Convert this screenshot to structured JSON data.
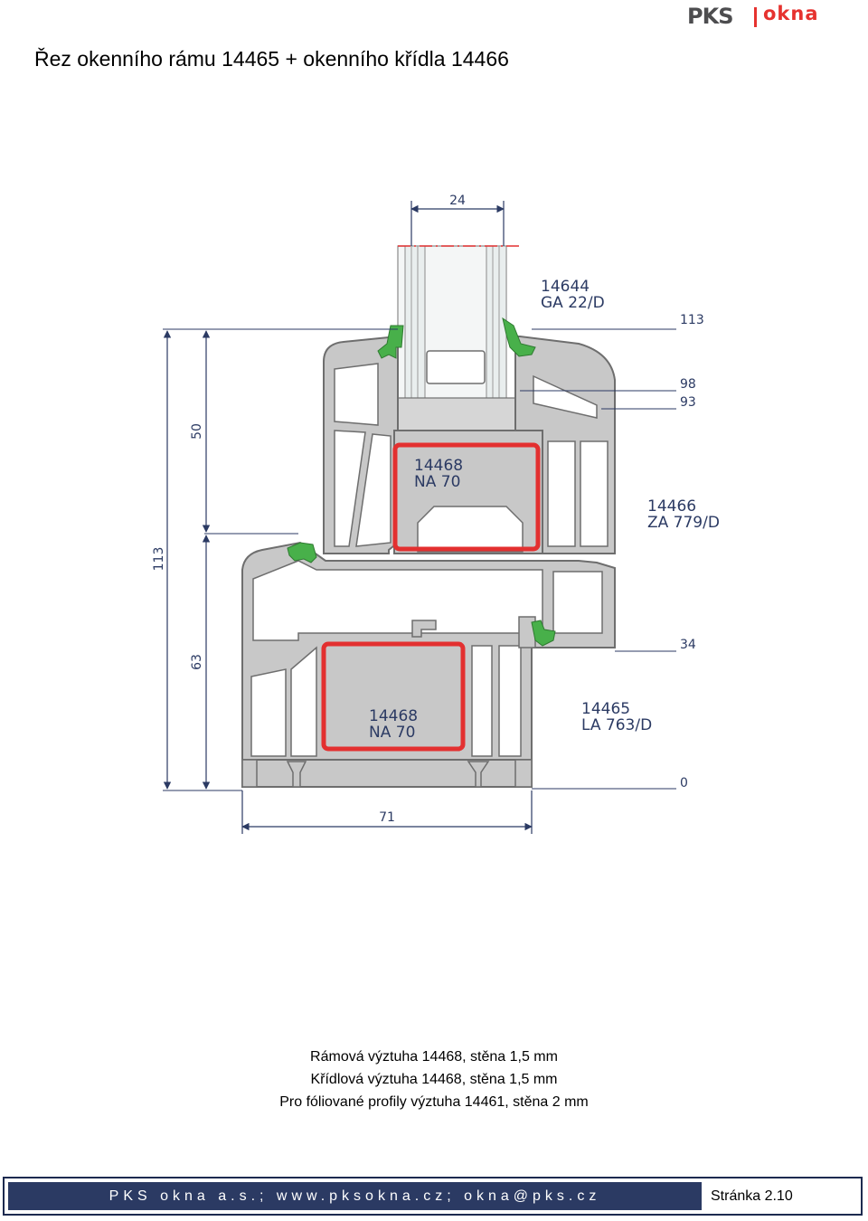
{
  "header": {
    "title": "Řez okenního rámu 14465 + okenního křídla 14466",
    "logo_primary": "PKS",
    "logo_secondary": "okna",
    "logo_color": "#e6322f"
  },
  "drawing": {
    "glazing_width": "24",
    "glazing_bead": {
      "code": "14644",
      "type": "GA 22/D"
    },
    "sash_profile": {
      "code": "14466",
      "type": "ZA 779/D"
    },
    "frame_profile": {
      "code": "14465",
      "type": "LA 763/D"
    },
    "sash_reinforcement": {
      "code": "14468",
      "type": "NA 70"
    },
    "frame_reinforcement": {
      "code": "14468",
      "type": "NA 70"
    },
    "levels": {
      "l113": "113",
      "l98": "98",
      "l93": "93",
      "l34": "34",
      "l0": "0"
    },
    "dim_total_height": "113",
    "dim_sash_height": "50",
    "dim_frame_height": "63",
    "dim_frame_depth": "71",
    "colors": {
      "profile": "#c8c8c8",
      "profile_edge": "#6e6e6e",
      "reinforcement": "#e33030",
      "gasket": "#48b04a",
      "dimension": "#2b3a63"
    }
  },
  "notes": [
    "Rámová výztuha 14468, stěna 1,5 mm",
    "Křídlová výztuha 14468, stěna 1,5 mm",
    "Pro fóliované profily výztuha 14461, stěna 2 mm"
  ],
  "footer": {
    "contact": "PKS okna a.s.; www.pksokna.cz; okna@pks.cz",
    "page": "Stránka 2.10"
  }
}
